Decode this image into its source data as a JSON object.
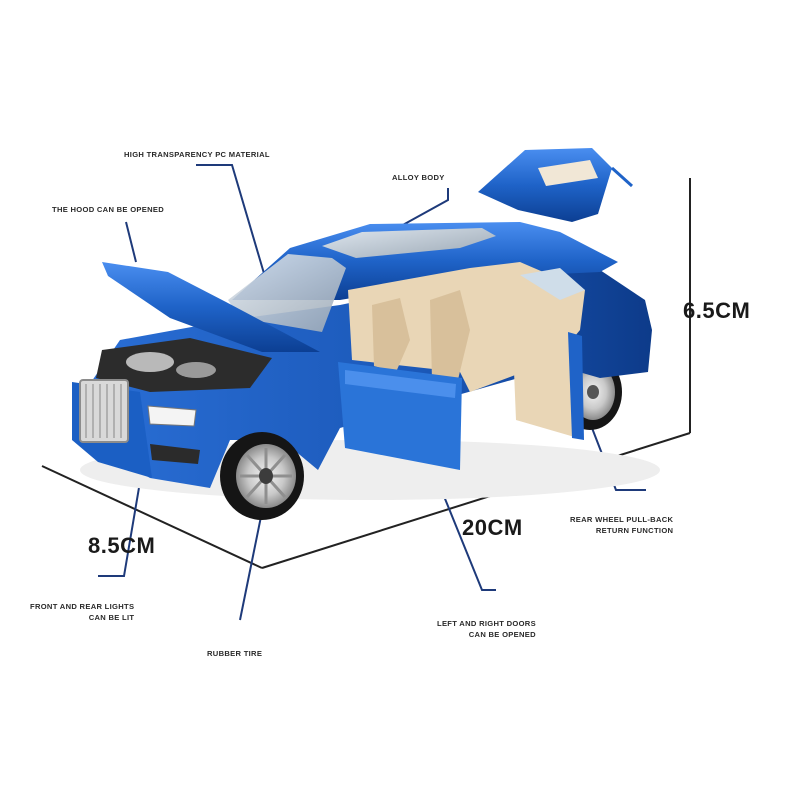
{
  "callouts": {
    "pc_material": "HIGH TRANSPARENCY PC MATERIAL",
    "alloy_body": "ALLOY BODY",
    "hood": "THE HOOD CAN BE OPENED",
    "rear_wheel_line1": "REAR WHEEL PULL-BACK",
    "rear_wheel_line2": "RETURN FUNCTION",
    "lights_line1": "FRONT AND REAR LIGHTS",
    "lights_line2": "CAN BE LIT",
    "tire": "RUBBER TIRE",
    "doors_line1": "LEFT AND RIGHT DOORS",
    "doors_line2": "CAN BE OPENED"
  },
  "dimensions": {
    "height": "6.5CM",
    "length": "20CM",
    "width": "8.5CM"
  },
  "colors": {
    "body_blue": "#1f63c8",
    "body_blue_dark": "#0c3f93",
    "interior_beige": "#e9d6b6",
    "dimension_line": "#222222"
  }
}
